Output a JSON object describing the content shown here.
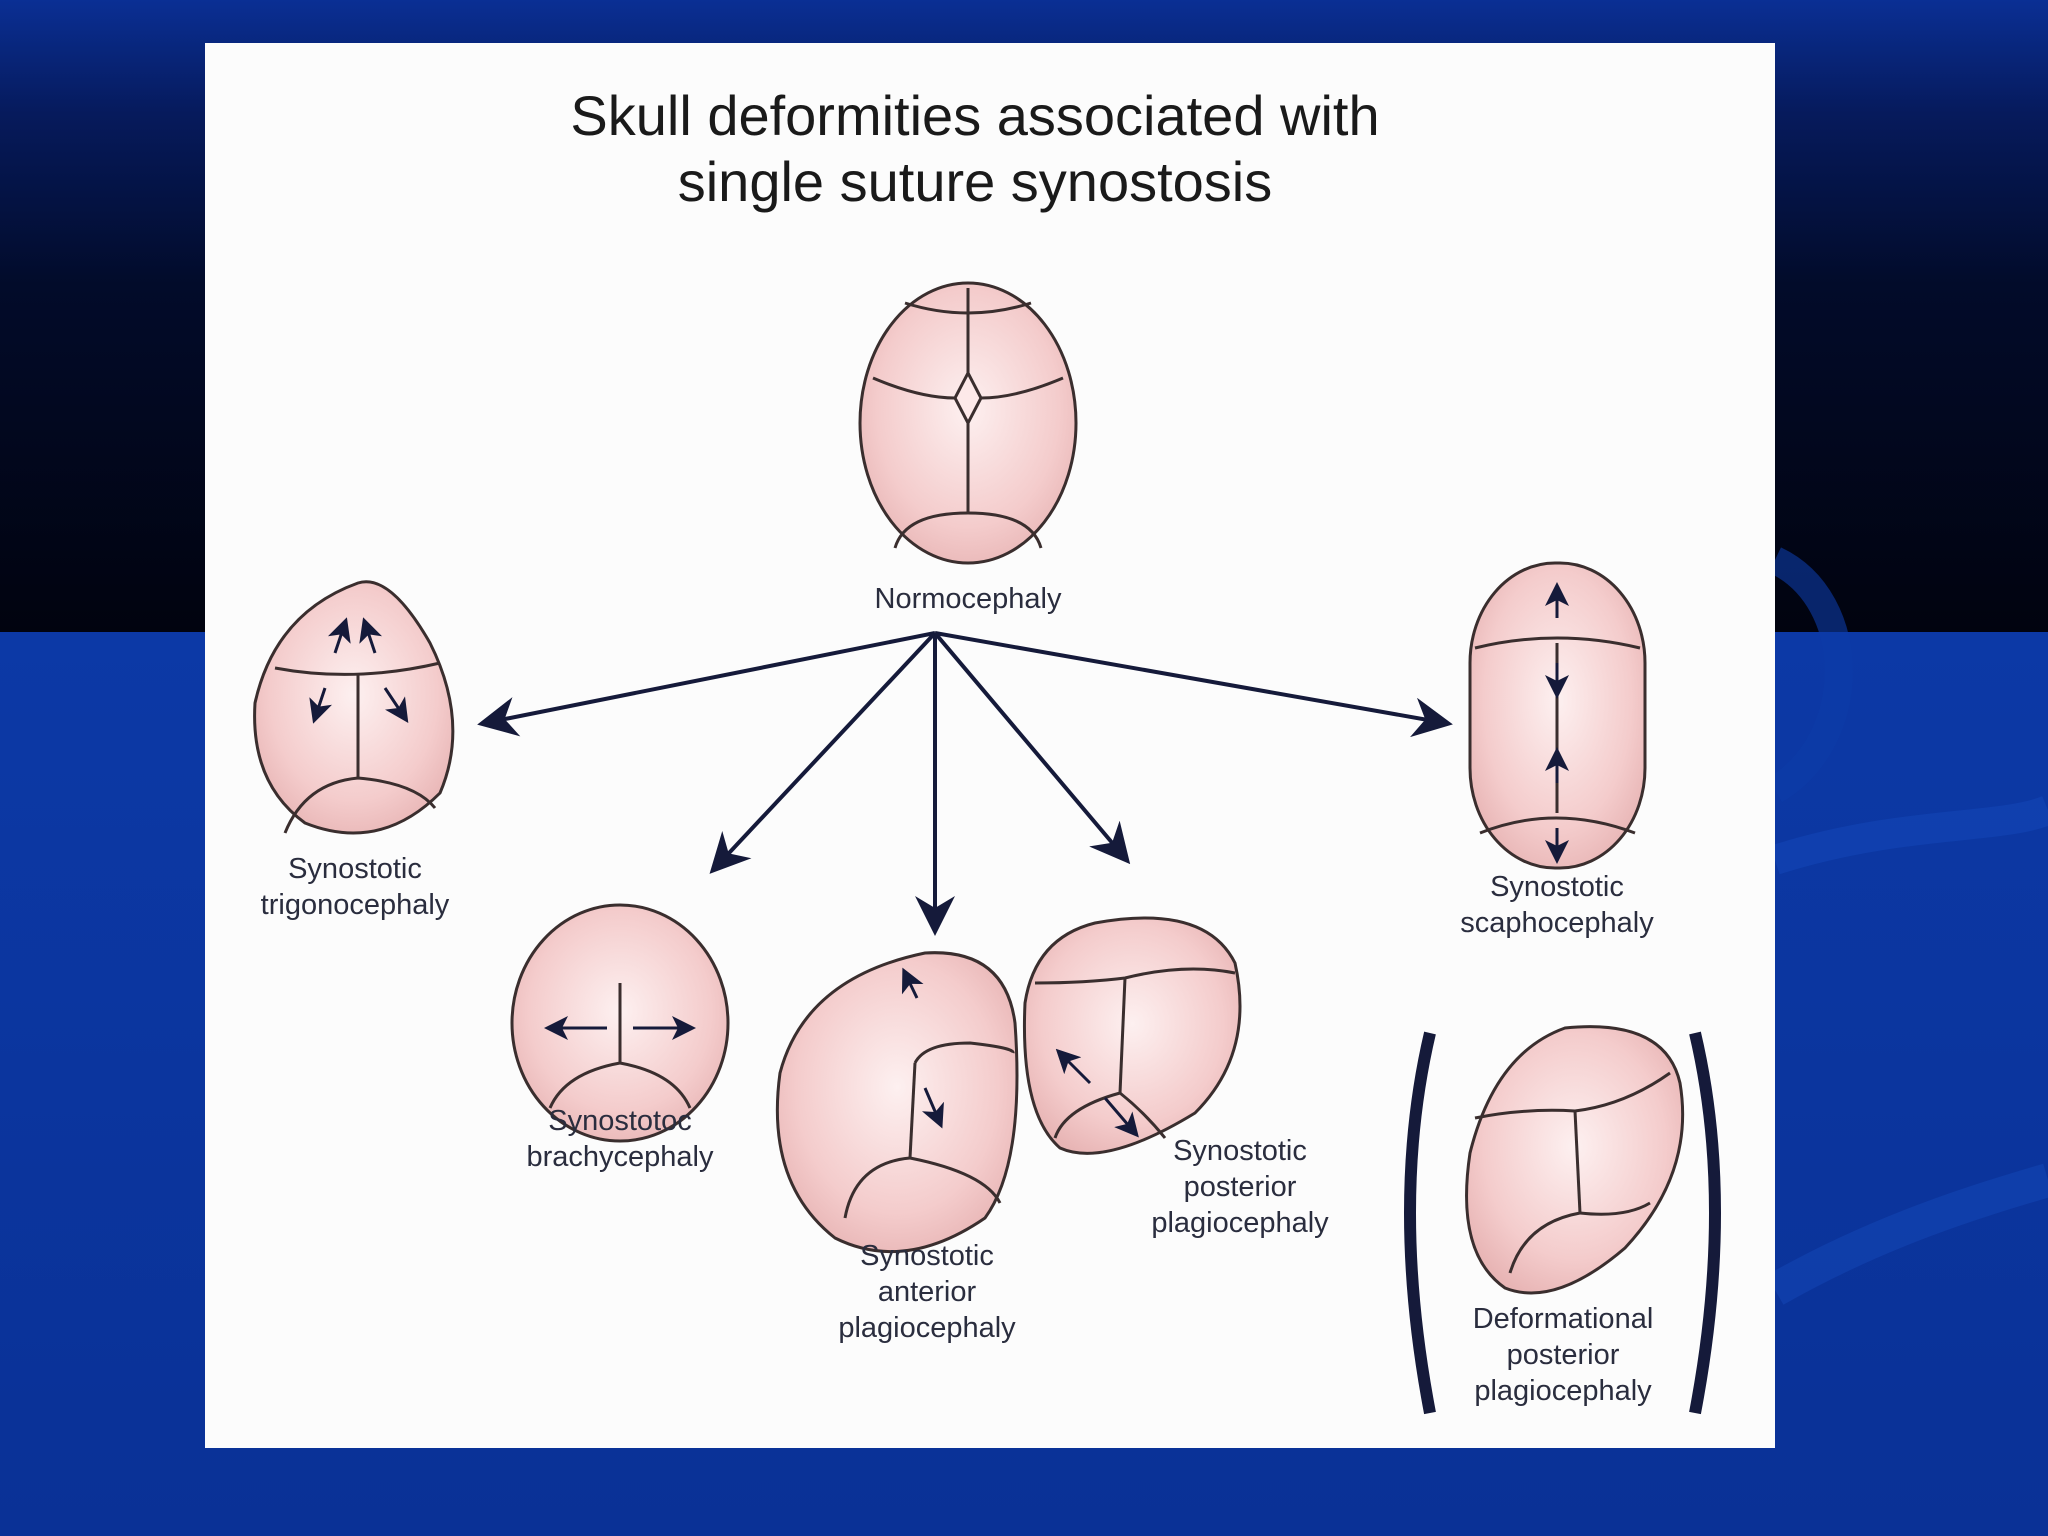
{
  "slide": {
    "title_line1": "Skull deformities associated with",
    "title_line2": "single suture synostosis"
  },
  "skulls": {
    "normocephaly": "Normocephaly",
    "trigonocephaly": [
      "Synostotic",
      "trigonocephaly"
    ],
    "brachycephaly": [
      "Synostotoc",
      "brachycephaly"
    ],
    "anterior_plagiocephaly": [
      "Synostotic",
      "anterior",
      "plagiocephaly"
    ],
    "posterior_plagiocephaly": [
      "Synostotic",
      "posterior",
      "plagiocephaly"
    ],
    "scaphocephaly": [
      "Synostotic",
      "scaphocephaly"
    ],
    "deformational": [
      "Deformational",
      "posterior",
      "plagiocephaly"
    ]
  },
  "colors": {
    "skull_fill": "#f6d3d3",
    "skull_stroke": "#3a2e2e",
    "arrow": "#151a3a",
    "panel": "#fcfcfc"
  }
}
